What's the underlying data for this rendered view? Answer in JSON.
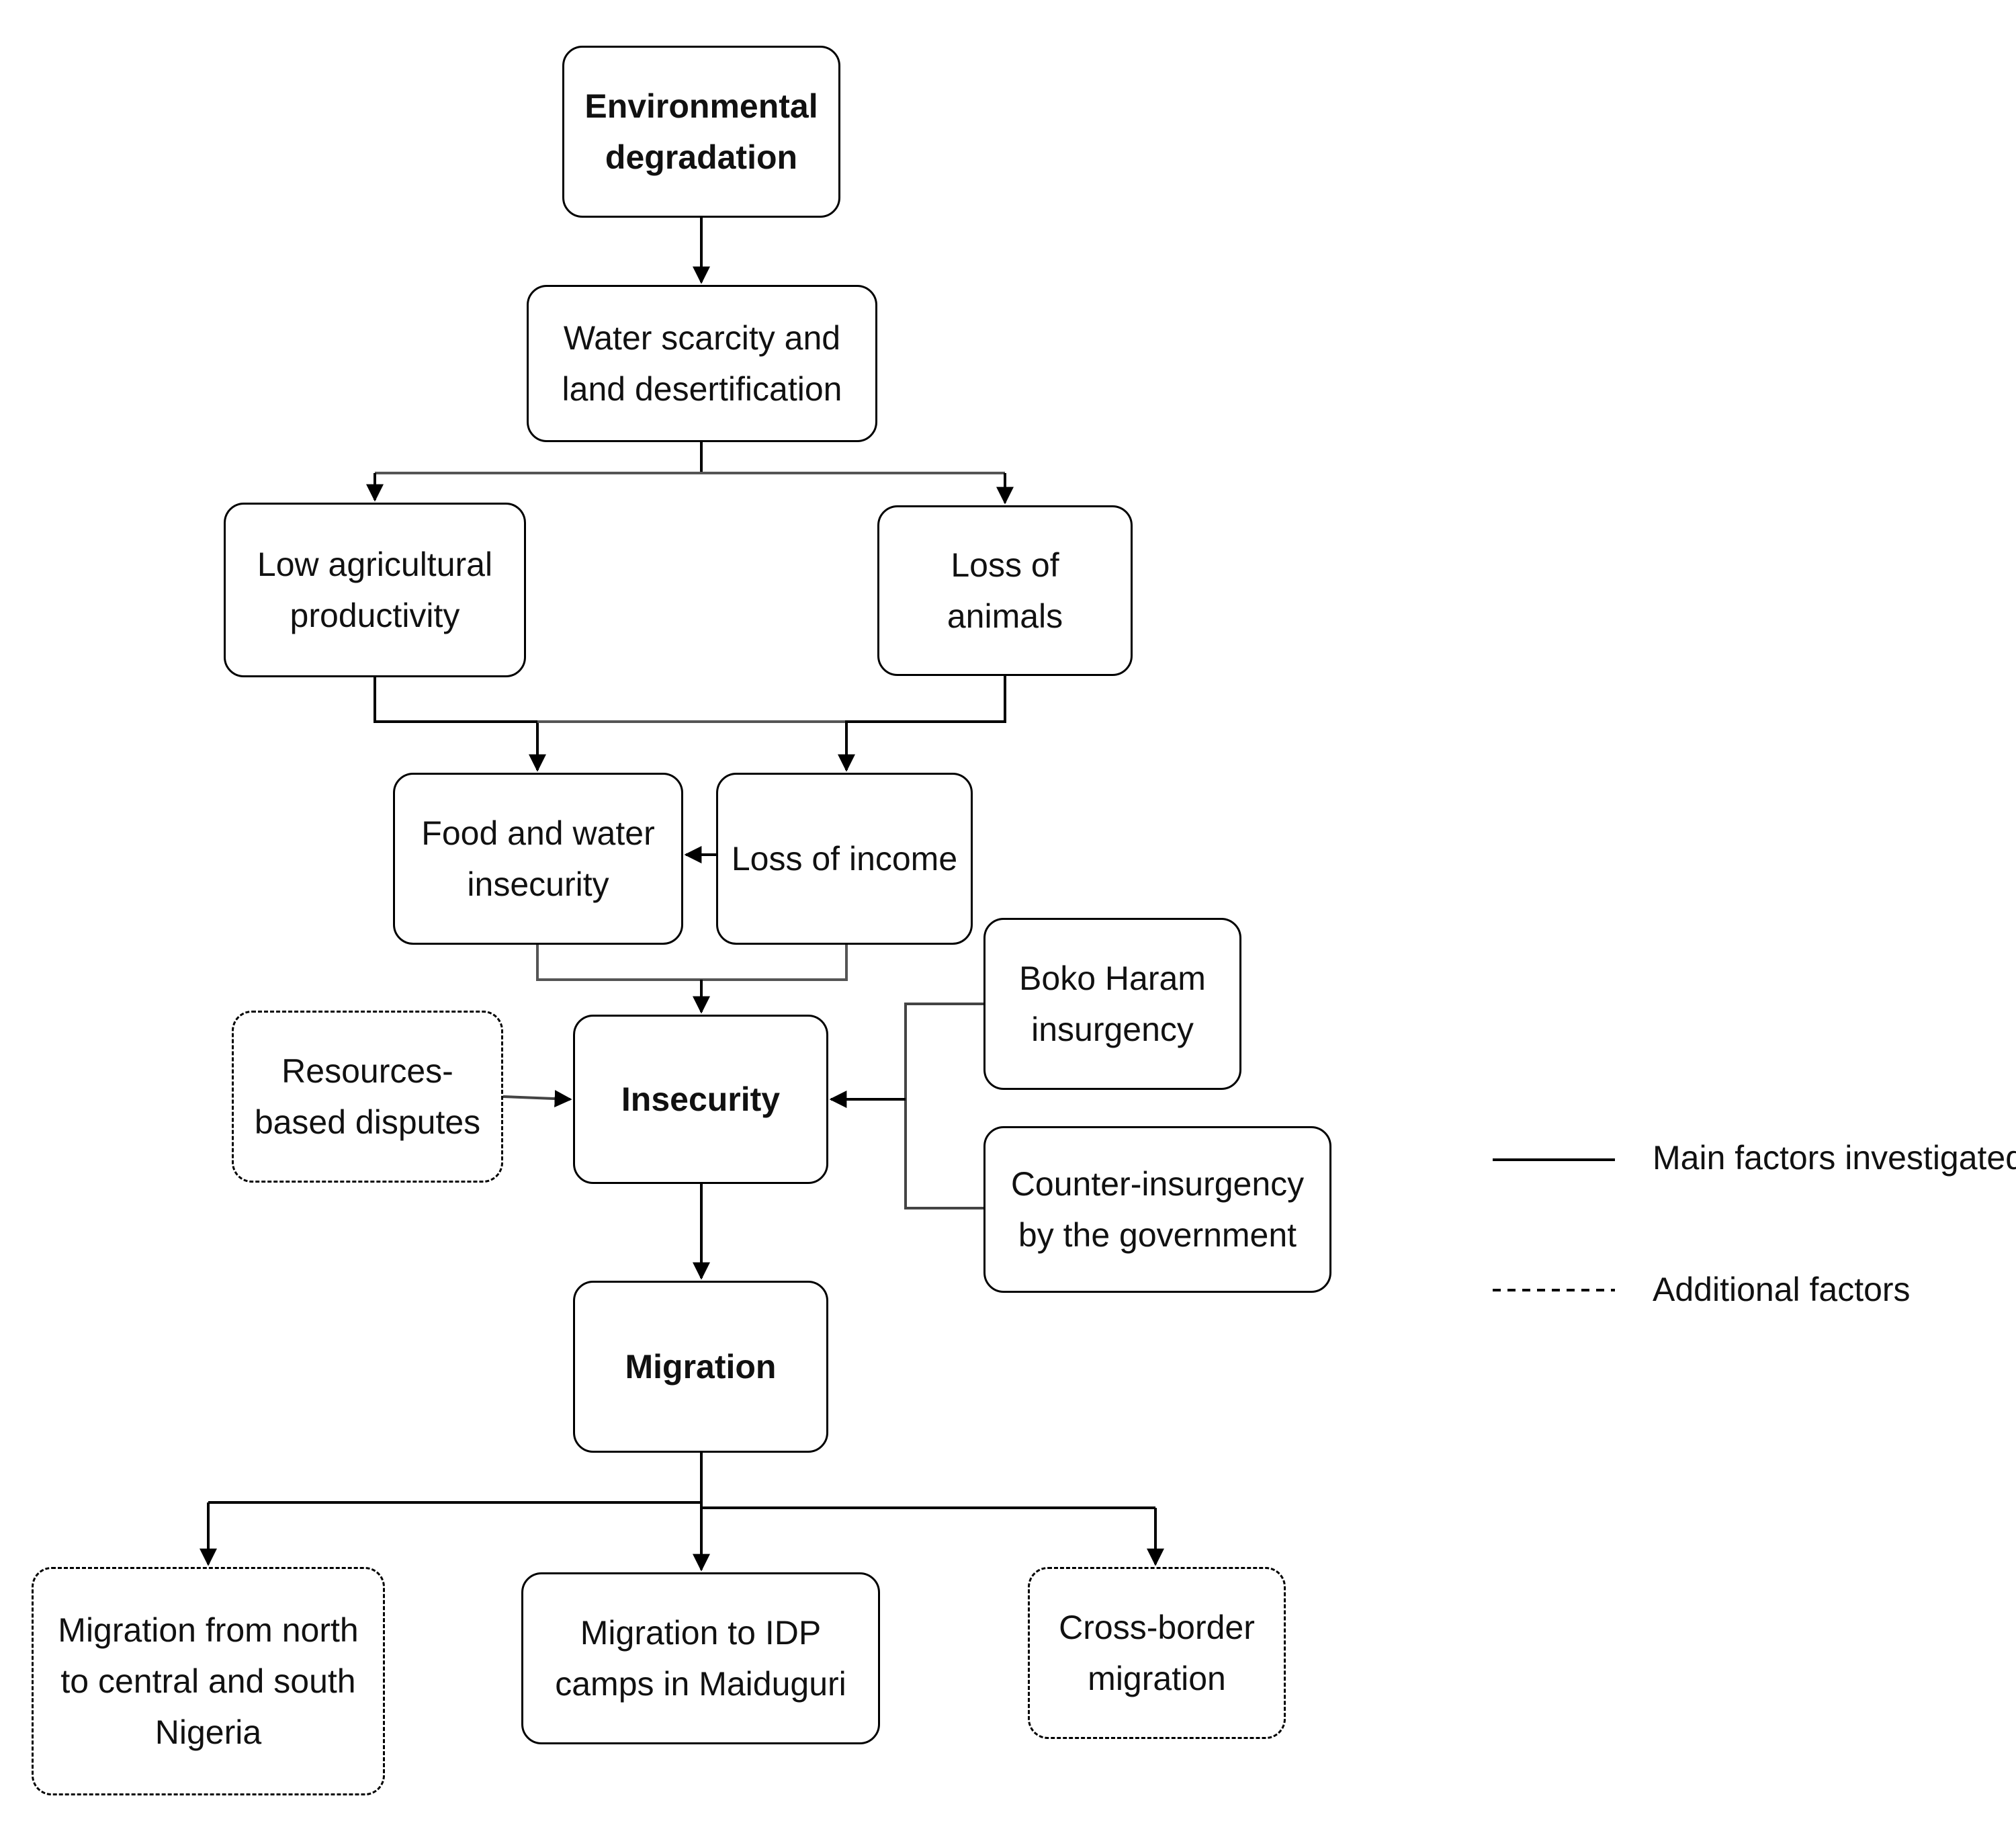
{
  "nodes": {
    "environmental_degradation": "Environmental\ndegradation",
    "water_scarcity": "Water scarcity and\nland desertification",
    "low_agri": "Low agricultural\nproductivity",
    "loss_animals": "Loss of\nanimals",
    "food_water": "Food and water\ninsecurity",
    "loss_income": "Loss of income",
    "boko_haram": "Boko Haram\ninsurgency",
    "resources": "Resources-\nbased disputes",
    "insecurity": "Insecurity",
    "counter": "Counter-insurgency\nby the government",
    "migration": "Migration",
    "mig_north": "Migration from north\nto central and south\nNigeria",
    "mig_idp": "Migration to IDP\ncamps in Maiduguri",
    "mig_cross": "Cross-border\nmigration"
  },
  "legend": {
    "main": "Main factors investigated",
    "additional": "Additional factors"
  },
  "edges": [
    {
      "from": "environmental_degradation",
      "to": "water_scarcity"
    },
    {
      "from": "water_scarcity",
      "to": "low_agri"
    },
    {
      "from": "water_scarcity",
      "to": "loss_animals"
    },
    {
      "from": "low_agri",
      "to": "food_water"
    },
    {
      "from": "loss_animals",
      "to": "loss_income"
    },
    {
      "from": "loss_income",
      "to": "food_water"
    },
    {
      "from": "food_water",
      "to": "insecurity"
    },
    {
      "from": "loss_income",
      "to": "insecurity"
    },
    {
      "from": "resources",
      "to": "insecurity"
    },
    {
      "from": "boko_haram",
      "to": "insecurity"
    },
    {
      "from": "counter",
      "to": "insecurity"
    },
    {
      "from": "insecurity",
      "to": "migration"
    },
    {
      "from": "migration",
      "to": "mig_north"
    },
    {
      "from": "migration",
      "to": "mig_idp"
    },
    {
      "from": "migration",
      "to": "mig_cross"
    }
  ]
}
